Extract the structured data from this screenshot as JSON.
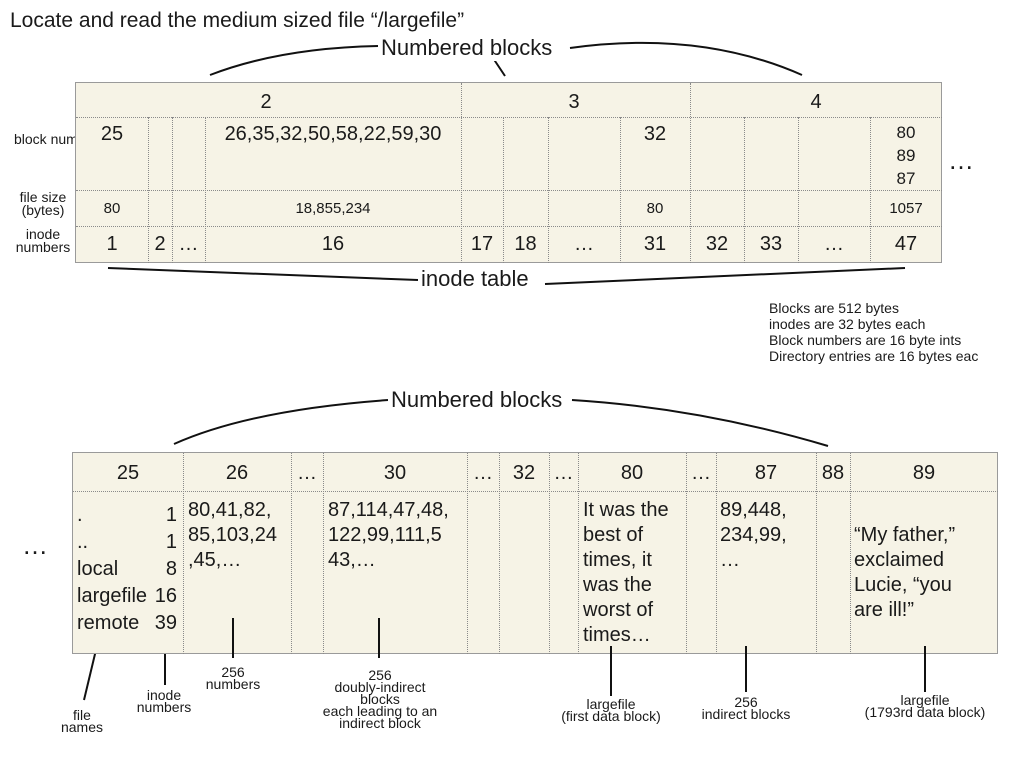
{
  "title": "Locate and read the medium sized file “/largefile”",
  "top": {
    "brace_label": "Numbered blocks",
    "inode_table_label": "inode table",
    "block_headers": [
      "2",
      "3",
      "4"
    ],
    "row_labels": {
      "block_numbers": "block numbers",
      "file_size": "file size (bytes)",
      "inode_numbers": "inode numbers"
    },
    "cells": {
      "b1": "25",
      "b16": "26,35,32,50,58,22,59,30",
      "b31": "32",
      "b47_1": "80",
      "b47_2": "89",
      "b47_3": "87",
      "s1": "80",
      "s16": "18,855,234",
      "s31": "80",
      "s47": "1057",
      "n1": "1",
      "n2": "2",
      "n_e1": "…",
      "n16": "16",
      "n17": "17",
      "n18": "18",
      "n_e2": "…",
      "n31": "31",
      "n32": "32",
      "n33": "33",
      "n_e3": "…",
      "n47": "47"
    },
    "ellipsis_right": "…"
  },
  "notes": [
    "Blocks are 512 bytes",
    "inodes are 32 bytes each",
    "Block numbers are 16 byte ints",
    "Directory entries are 16 bytes eac"
  ],
  "bottom": {
    "brace_label": "Numbered blocks",
    "ellipsis_left": "…",
    "headers": [
      "25",
      "26",
      "…",
      "30",
      "…",
      "32",
      "…",
      "80",
      "…",
      "87",
      "88",
      "89"
    ],
    "dir": [
      {
        "name": ".",
        "inode": "1"
      },
      {
        "name": "..",
        "inode": "1"
      },
      {
        "name": "local",
        "inode": "8"
      },
      {
        "name": "largefile",
        "inode": "16"
      },
      {
        "name": "remote",
        "inode": "39"
      }
    ],
    "b26": [
      "80,41,82,",
      "85,103,24",
      ",45,…"
    ],
    "b30": [
      "87,114,47,48,",
      "122,99,111,5",
      "43,…"
    ],
    "b80": [
      "It was the",
      "best of",
      "times, it",
      "was the",
      "worst of",
      "times…"
    ],
    "b87": [
      "89,448,",
      "234,99,",
      "…"
    ],
    "b89": [
      "“My father,”",
      "exclaimed",
      "Lucie, “you",
      "are ill!”"
    ],
    "annotations": {
      "file_names": [
        "file",
        "names"
      ],
      "inode_numbers": [
        "inode",
        "numbers"
      ],
      "n256": [
        "256",
        "numbers"
      ],
      "doubly": [
        "256",
        "doubly-indirect",
        "blocks",
        "each leading to an",
        "indirect block"
      ],
      "first": [
        "largefile",
        "(first data block)"
      ],
      "indirect": [
        "256",
        "indirect blocks"
      ],
      "last": [
        "largefile",
        "(1793rd data block)"
      ]
    }
  }
}
